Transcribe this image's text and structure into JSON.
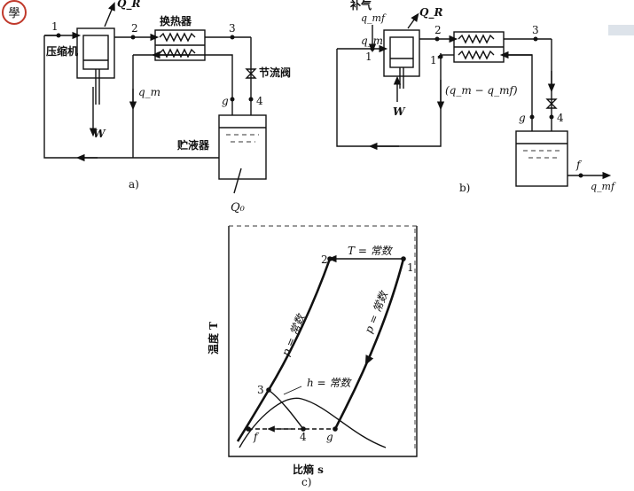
{
  "brand": {
    "seal_text": "學",
    "accent": "#c0392b"
  },
  "diagram_a": {
    "caption": "a)",
    "compressor_label": "压缩机",
    "heat_exchanger_label": "换热器",
    "valve_label": "节流阀",
    "receiver_label": "贮液器",
    "heat_label": "Q_R",
    "work_label": "W",
    "flow_label": "q_m",
    "q0_label": "Q₀",
    "points": [
      "1",
      "2",
      "3",
      "4",
      "g"
    ]
  },
  "diagram_b": {
    "caption": "b)",
    "makeup_label": "补气",
    "makeup_flow": "q_mf",
    "heat_label": "Q_R",
    "work_label": "W",
    "flow_label": "q_m",
    "return_flow": "(q_m − q_mf)",
    "liquid_out_point": "f",
    "liquid_out_flow": "q_mf",
    "points": [
      "1",
      "2",
      "3",
      "4",
      "1'",
      "g"
    ]
  },
  "diagram_c": {
    "caption": "c)",
    "ylabel": "温度 T",
    "xlabel": "比熵 s",
    "isotherm_label": "T = 常数",
    "isobar_label_left": "p = 常数",
    "isobar_label_right": "p = 常数",
    "isenthalp_label": "h = 常数",
    "points": [
      "1",
      "2",
      "3",
      "4",
      "f",
      "g"
    ]
  }
}
